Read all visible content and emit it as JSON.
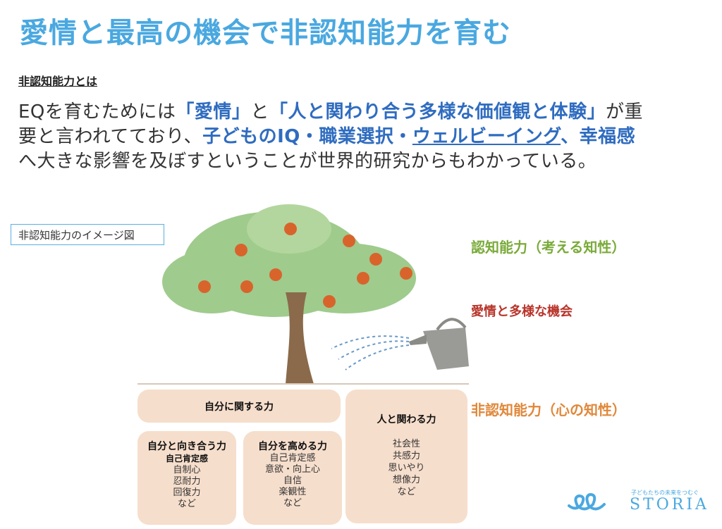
{
  "title": "愛情と最高の機会で非認知能力を育む",
  "subheading": "非認知能力とは",
  "paragraph": {
    "l1a": "EQを育むためには",
    "l1b": "「愛情」",
    "l1c": "と",
    "l1d": "「人と関わり合う多様な価値観と体験」",
    "l1e": "が重",
    "l2a": "要と言われてており、",
    "l2b": "子どものIQ・職業選択・",
    "l2c": "ウェルビーイング",
    "l2d": "、幸福感",
    "l3": "へ大きな影響を及ぼすということが世界的研究からもわかっている。"
  },
  "image_label": "非認知能力のイメージ図",
  "labels": {
    "cognitive": "認知能力（考える知性）",
    "love": "愛情と多様な機会",
    "noncognitive": "非認知能力（心の知性）"
  },
  "boxes": {
    "self": "自分に関する力",
    "face": {
      "title": "自分と向き合う力",
      "sub": "自己肯定感",
      "items": [
        "自制心",
        "忍耐力",
        "回復力",
        "など"
      ]
    },
    "raise": {
      "title": "自分を高める力",
      "items": [
        "自己肯定感",
        "意欲・向上心",
        "自信",
        "楽観性",
        "など"
      ]
    },
    "others": {
      "title": "人と関わる力",
      "items": [
        "社会性",
        "共感力",
        "思いやり",
        "想像力",
        "など"
      ]
    }
  },
  "logo": {
    "tagline": "子どもたちの未来をつむぐ",
    "name": "STORIA"
  },
  "colors": {
    "title": "#4aa8e0",
    "highlight": "#2f6cc0",
    "green": "#7aab3a",
    "red": "#b8342a",
    "orange": "#e0883a"
  }
}
